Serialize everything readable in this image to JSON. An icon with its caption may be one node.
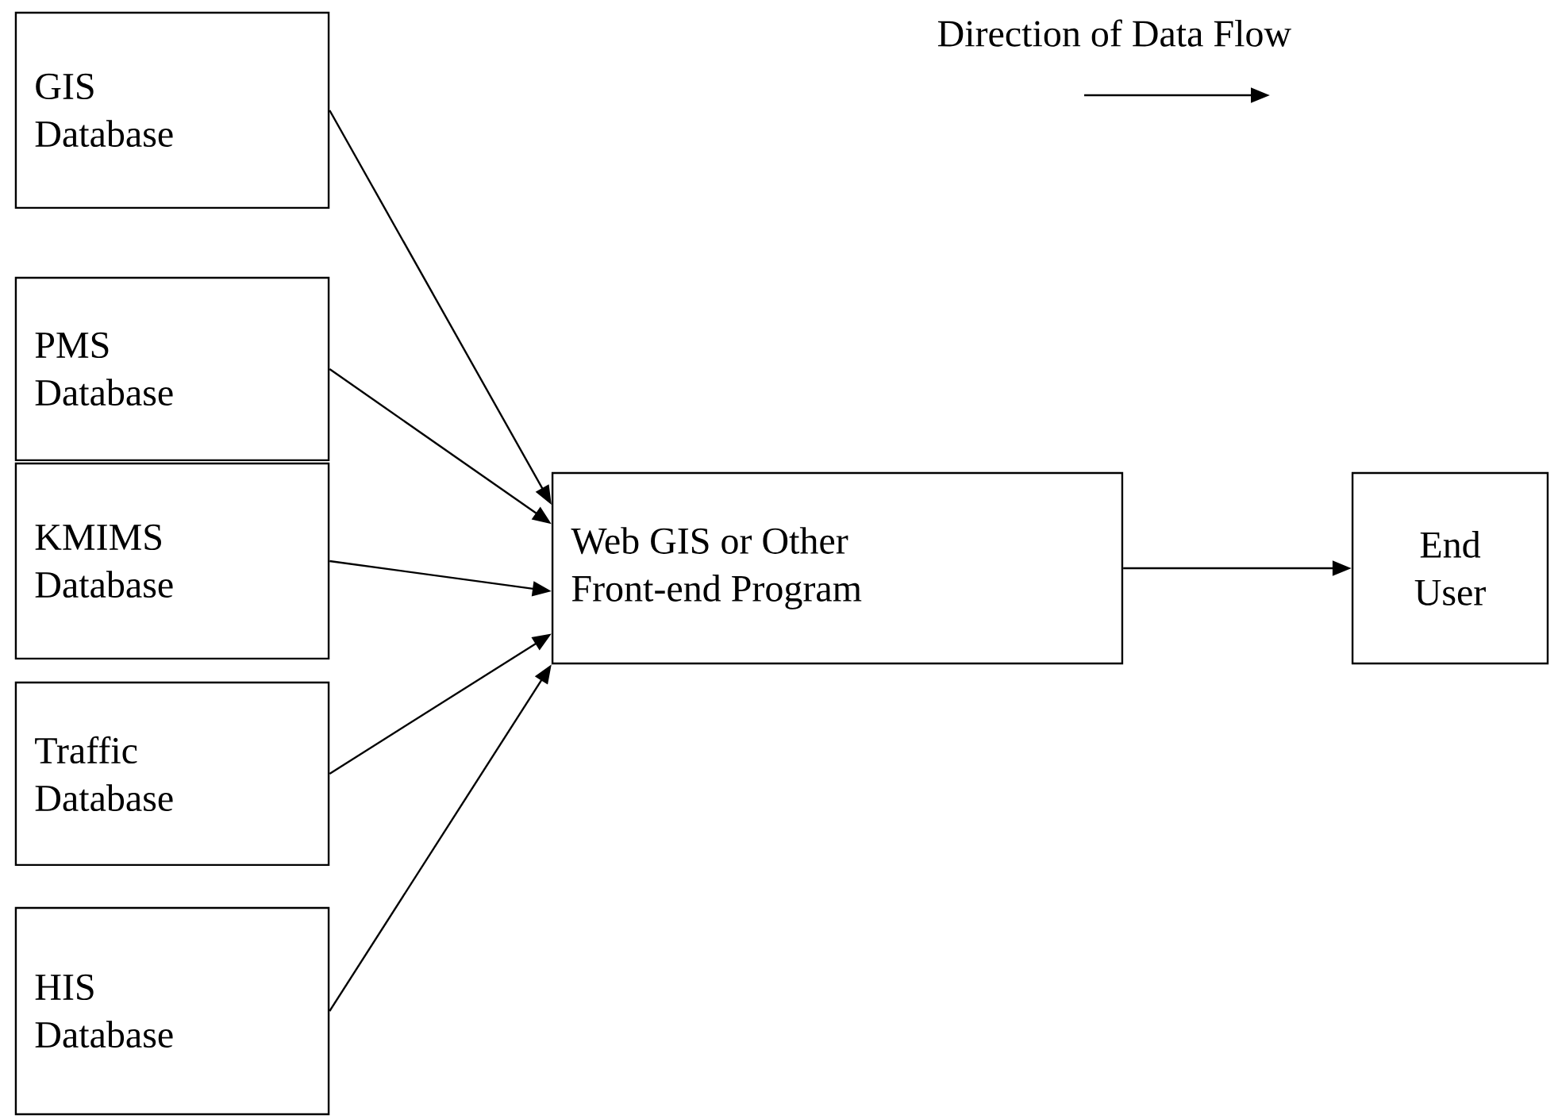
{
  "diagram": {
    "nodes": [
      {
        "text": [
          "GIS Database"
        ]
      },
      {
        "text": [
          "PMS Database"
        ]
      },
      {
        "text": [
          "KMIMS Database"
        ]
      },
      {
        "text": [
          "Traffic Database"
        ]
      },
      {
        "text": [
          "HIS Database"
        ]
      },
      {
        "text": [
          "Web GIS or Other Front-end Program"
        ]
      },
      {
        "text": [
          "End User"
        ]
      }
    ],
    "edges": [
      {
        "from": 0,
        "to": 5,
        "arrow": "to"
      },
      {
        "from": 1,
        "to": 5,
        "arrow": "to"
      },
      {
        "from": 2,
        "to": 5,
        "arrow": "to"
      },
      {
        "from": 3,
        "to": 5,
        "arrow": "to"
      },
      {
        "from": 4,
        "to": 5,
        "arrow": "to"
      },
      {
        "from": 5,
        "to": 6,
        "arrow": "to"
      }
    ],
    "labels": [
      "Direction of Data Flow"
    ]
  }
}
